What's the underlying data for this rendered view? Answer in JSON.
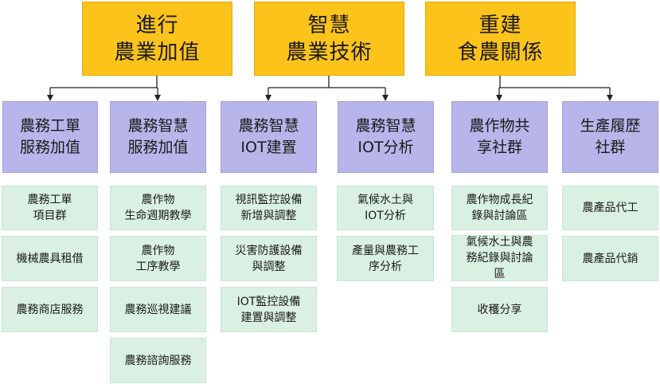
{
  "diagram": {
    "groups": [
      {
        "title": "進行\n農業加值",
        "categories": [
          {
            "label": "農務工單\n服務加值",
            "items": [
              "農務工單\n項目群",
              "機械農具租借",
              "農務商店服務"
            ]
          },
          {
            "label": "農務智慧\n服務加值",
            "items": [
              "農作物\n生命週期教學",
              "農作物\n工序教學",
              "農務巡視建議",
              "農務諮詢服務"
            ]
          }
        ]
      },
      {
        "title": "智慧\n農業技術",
        "categories": [
          {
            "label": "農務智慧\nIOT建置",
            "items": [
              "視訊監控設備\n新增與調整",
              "災害防護設備\n與調整",
              "IOT監控設備\n建置與調整"
            ]
          },
          {
            "label": "農務智慧\nIOT分析",
            "items": [
              "氣候水土與\nIOT分析",
              "產量與農務工\n序分析"
            ]
          }
        ]
      },
      {
        "title": "重建\n食農關係",
        "categories": [
          {
            "label": "農作物共\n享社群",
            "items": [
              "農作物成長紀\n錄與討論區",
              "氣候水土與農\n務紀錄與討論\n區",
              "收穫分享"
            ]
          },
          {
            "label": "生產履歷\n社群",
            "items": [
              "農產品代工",
              "農產品代銷"
            ]
          }
        ]
      }
    ]
  }
}
